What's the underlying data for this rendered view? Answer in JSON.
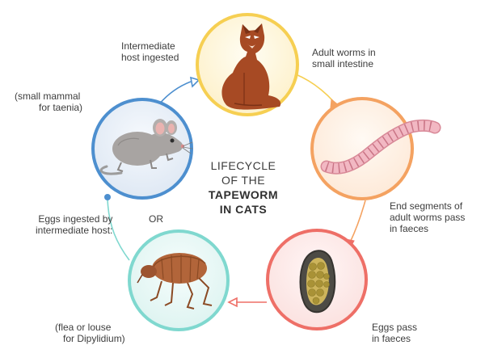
{
  "title": {
    "line1": "LIFECYCLE",
    "line2": "OF THE",
    "line3": "TAPEWORM",
    "line4": "IN CATS"
  },
  "labels": {
    "intermediate_host": [
      "Intermediate",
      "host ingested"
    ],
    "adult_worms": [
      "Adult worms in",
      "small intestine"
    ],
    "small_mammal": [
      "(small mammal",
      "for taenia)"
    ],
    "end_segments": [
      "End segments of",
      "adult worms pass",
      "in faeces"
    ],
    "eggs_ingested": [
      "Eggs ingested by",
      "intermediate host:"
    ],
    "or": "OR",
    "eggs_pass": [
      "Eggs pass",
      "in faeces"
    ],
    "flea_louse": [
      "(flea or  louse",
      "for Dipylidium)"
    ]
  },
  "stages": [
    {
      "name": "cat",
      "ring_color": "#f6cf52"
    },
    {
      "name": "worm",
      "ring_color": "#f4a261"
    },
    {
      "name": "egg",
      "ring_color": "#ee6f67"
    },
    {
      "name": "flea",
      "ring_color": "#7fd8cf"
    },
    {
      "name": "mouse",
      "ring_color": "#4d8fcf"
    }
  ]
}
